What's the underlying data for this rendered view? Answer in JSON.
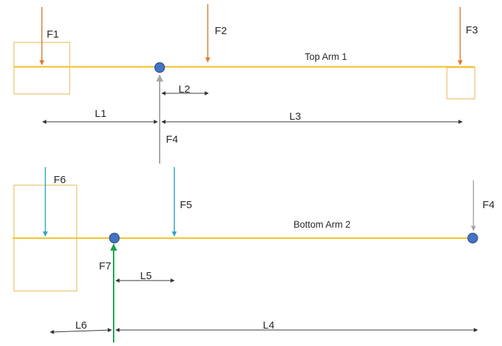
{
  "colors": {
    "beam": "#f2c42a",
    "box": "#e3b44a",
    "force_orange": "#e07a2e",
    "force_teal": "#2aa6c8",
    "force_gray": "#a6a6a6",
    "force_green": "#1aa34a",
    "pivot_fill": "#4472c4",
    "pivot_stroke": "#2f4f8f",
    "dimension": "#333333"
  },
  "top_arm": {
    "label": "Top Arm 1",
    "forces": {
      "f1": "F1",
      "f2": "F2",
      "f3": "F3",
      "f4": "F4"
    },
    "lengths": {
      "l1": "L1",
      "l2": "L2",
      "l3": "L3"
    }
  },
  "bottom_arm": {
    "label": "Bottom Arm 2",
    "forces": {
      "f4": "F4",
      "f5": "F5",
      "f6": "F6",
      "f7": "F7"
    },
    "lengths": {
      "l4": "L4",
      "l5": "L5",
      "l6": "L6"
    }
  }
}
